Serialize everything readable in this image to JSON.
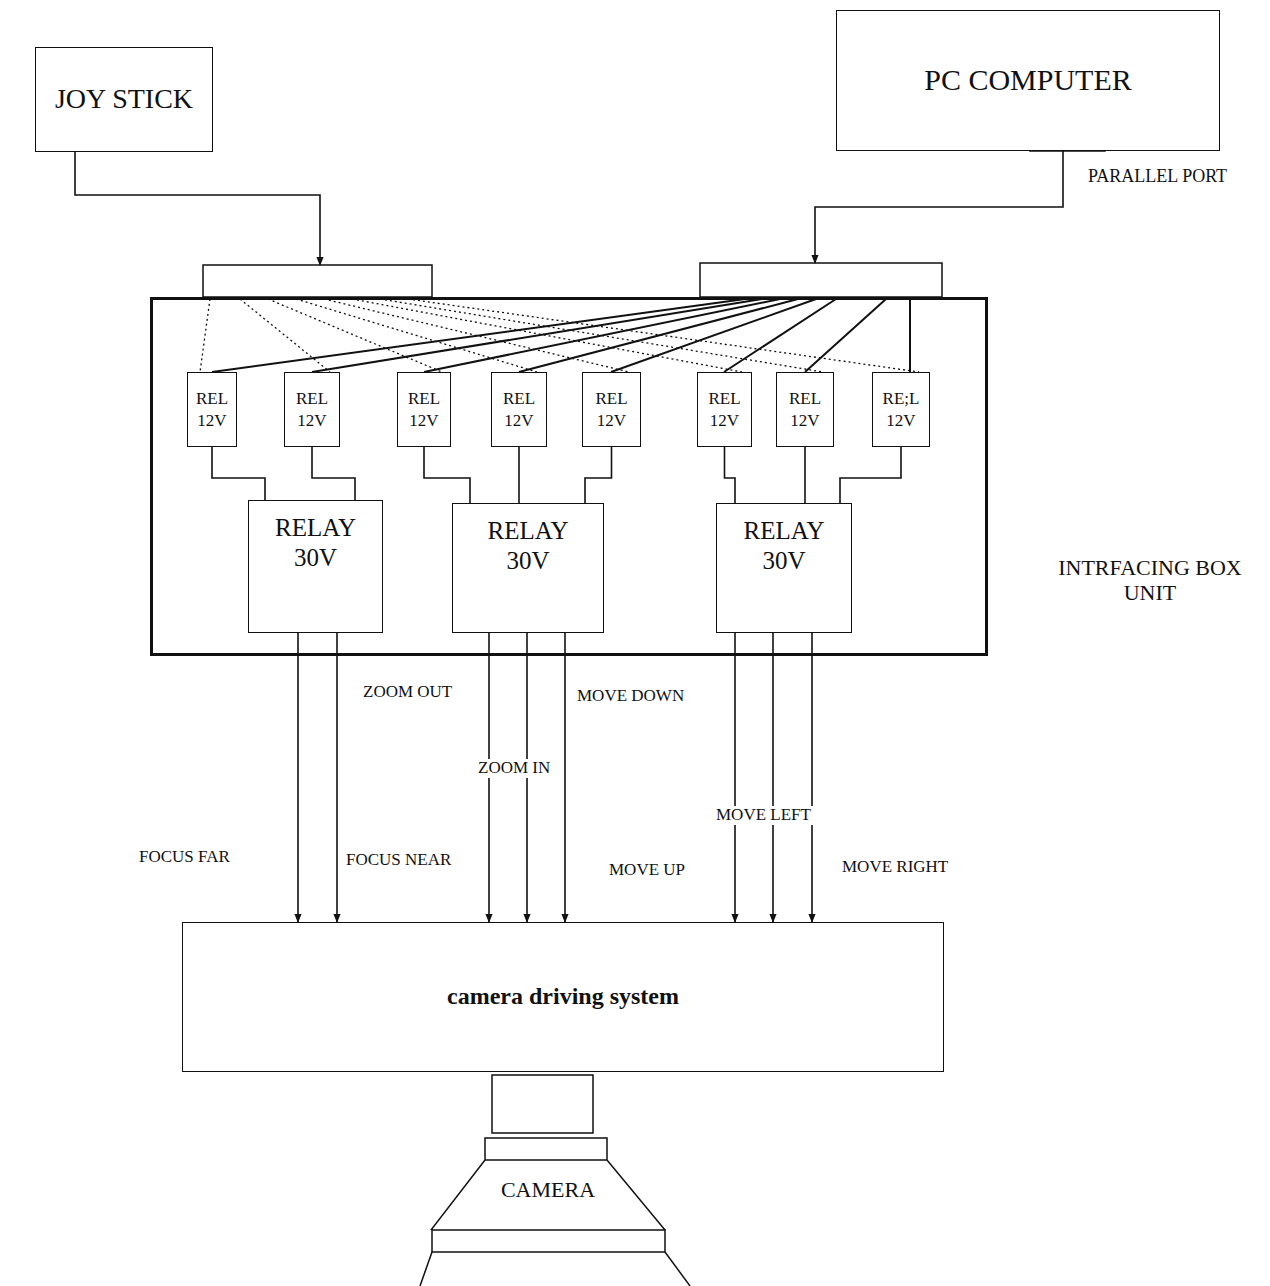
{
  "diagram": {
    "nodes": [
      {
        "text": [
          "JOY STICK"
        ]
      },
      {
        "text": [
          "PC COMPUTER"
        ]
      },
      {
        "text": [
          "INTRFACING BOX UNIT"
        ]
      },
      {
        "text": [
          "REL 12V"
        ],
        "in": 2
      },
      {
        "text": [
          "REL 12V"
        ],
        "in": 2
      },
      {
        "text": [
          "REL 12V"
        ],
        "in": 2
      },
      {
        "text": [
          "REL 12V"
        ],
        "in": 2
      },
      {
        "text": [
          "REL 12V"
        ],
        "in": 2
      },
      {
        "text": [
          "REL 12V"
        ],
        "in": 2
      },
      {
        "text": [
          "REL 12V"
        ],
        "in": 2
      },
      {
        "text": [
          "RE;L 12V"
        ],
        "in": 2
      },
      {
        "text": [
          "RELAY 30V"
        ],
        "in": 2
      },
      {
        "text": [
          "RELAY 30V"
        ],
        "in": 2
      },
      {
        "text": [
          "RELAY 30V"
        ],
        "in": 2
      },
      {
        "text": [
          "camera driving system"
        ]
      },
      {
        "text": [
          "CAMERA"
        ]
      }
    ],
    "edges": [
      {
        "from": 0,
        "to": 2,
        "arrow": "to"
      },
      {
        "from": 1,
        "to": 2,
        "arrow": "to"
      },
      {
        "from": 3,
        "to": 11,
        "arrow": "none"
      },
      {
        "from": 4,
        "to": 11,
        "arrow": "none"
      },
      {
        "from": 5,
        "to": 12,
        "arrow": "none"
      },
      {
        "from": 6,
        "to": 12,
        "arrow": "none"
      },
      {
        "from": 7,
        "to": 12,
        "arrow": "none"
      },
      {
        "from": 8,
        "to": 13,
        "arrow": "none"
      },
      {
        "from": 9,
        "to": 13,
        "arrow": "none"
      },
      {
        "from": 10,
        "to": 13,
        "arrow": "none"
      },
      {
        "from": 11,
        "to": 14,
        "arrow": "to",
        "label": "FOCUS FAR"
      },
      {
        "from": 11,
        "to": 14,
        "arrow": "to",
        "label": "FOCUS NEAR"
      },
      {
        "from": 12,
        "to": 14,
        "arrow": "to",
        "label": "ZOOM OUT"
      },
      {
        "from": 12,
        "to": 14,
        "arrow": "to",
        "label": "ZOOM IN"
      },
      {
        "from": 12,
        "to": 14,
        "arrow": "to",
        "label": "MOVE DOWN"
      },
      {
        "from": 13,
        "to": 14,
        "arrow": "to",
        "label": "MOVE UP"
      },
      {
        "from": 13,
        "to": 14,
        "arrow": "to",
        "label": "MOVE LEFT"
      },
      {
        "from": 13,
        "to": 14,
        "arrow": "to",
        "label": "MOVE RIGHT"
      }
    ],
    "labels": [
      "PARALLEL PORT"
    ]
  }
}
